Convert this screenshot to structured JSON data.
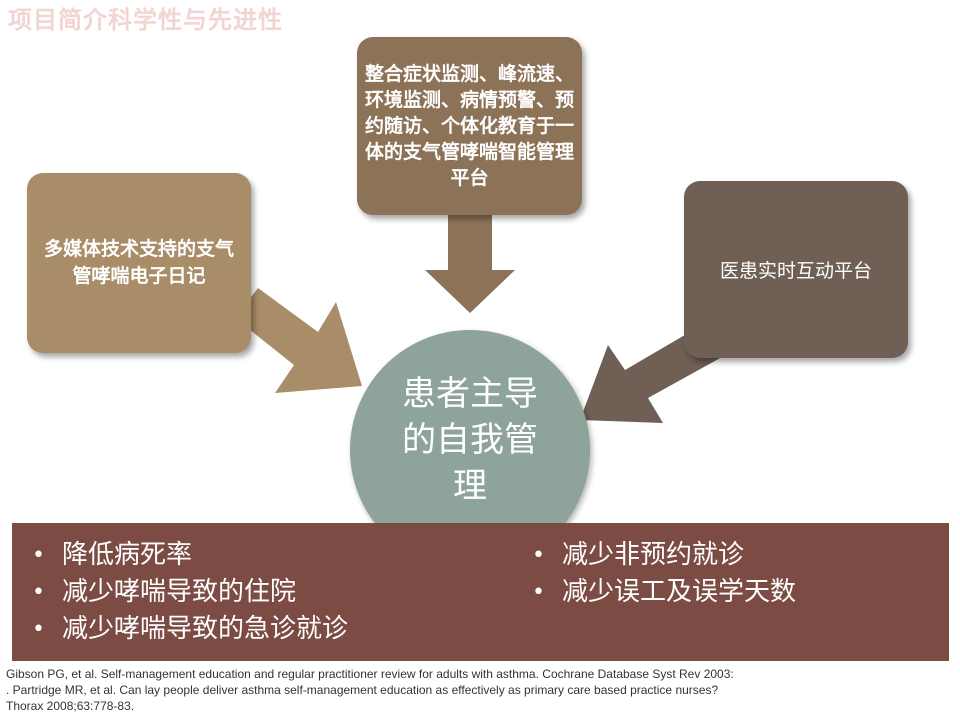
{
  "title": "项目简介科学性与先进性",
  "boxes": {
    "left": "多媒体技术支持的支气管哮喘电子日记",
    "top": "整合症状监测、峰流速、环境监测、病情预警、预约随访、个体化教育于一体的支气管哮喘智能管理平台",
    "right": "医患实时互动平台"
  },
  "center": "患者主导的自我管理",
  "outcomes": {
    "left": [
      "降低病死率",
      "减少哮喘导致的住院",
      "减少哮喘导致的急诊就诊"
    ],
    "right": [
      "减少非预约就诊",
      "减少误工及误学天数"
    ]
  },
  "references": [
    "Gibson PG, et al. Self-management education and regular practitioner review for adults with asthma. Cochrane Database Syst Rev 2003:",
    ". Partridge MR, et al. Can lay people deliver asthma self-management education as effectively as primary care based practice nurses?",
    " Thorax 2008;63:778-83."
  ],
  "bullet": "•",
  "colors": {
    "box_left": "#a98c68",
    "box_top": "#8c7256",
    "box_right": "#6f5f55",
    "circle": "#8ea399",
    "outcomes_bg": "#7b4b44",
    "title": "#f2d4d2"
  }
}
